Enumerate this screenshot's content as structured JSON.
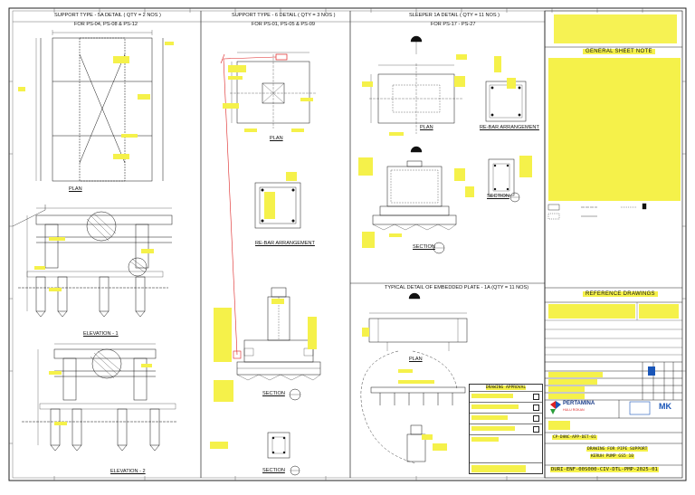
{
  "titles": {
    "t1": "SUPPORT TYPE - 5A DETAIL ( QTY = 2 NOS )",
    "t1s": "FOR PS-04, PS-08 & PS-12",
    "t2": "SUPPORT TYPE - 6 DETAIL ( QTY = 3 NOS )",
    "t2s": "FOR PS-01, PS-05 & PS-09",
    "t3": "SLEEPER 1A DETAIL ( QTY = 11 NOS )",
    "t3s": "FOR PS-17 - PS-27",
    "t4": "TYPICAL DETAIL OF EMBEDDED PLATE - 1A  (QTY = 11 NOS)"
  },
  "views": {
    "plan": "PLAN",
    "elevation1": "ELEVATION - 1",
    "elevation2": "ELEVATION - 2",
    "rebar1": "RE-BAR ARRANGEMENT",
    "rebar2": "RE-BAR ARRANGEMENT",
    "sectionA": "SECTION",
    "sectionB": "SECTION",
    "sectionC": "SECTION"
  },
  "panel": {
    "general_note": "GENERAL SHEET NOTE",
    "reference": "REFERENCE DRAWINGS",
    "approval": "DRAWING APPROVAL",
    "company": "PERTAMINA",
    "company_sub": "HULU ROKAN",
    "partner": "MK",
    "doc_no": "DURI-ENF-00S000-CIV-DTL-PMP-2025-01",
    "drawing_title_1": "DRAWING FOR PIPE SUPPORT",
    "drawing_title_2": "KERUH PUMP GS5 10",
    "code": "CP-DHNC-APP-DET-01"
  }
}
